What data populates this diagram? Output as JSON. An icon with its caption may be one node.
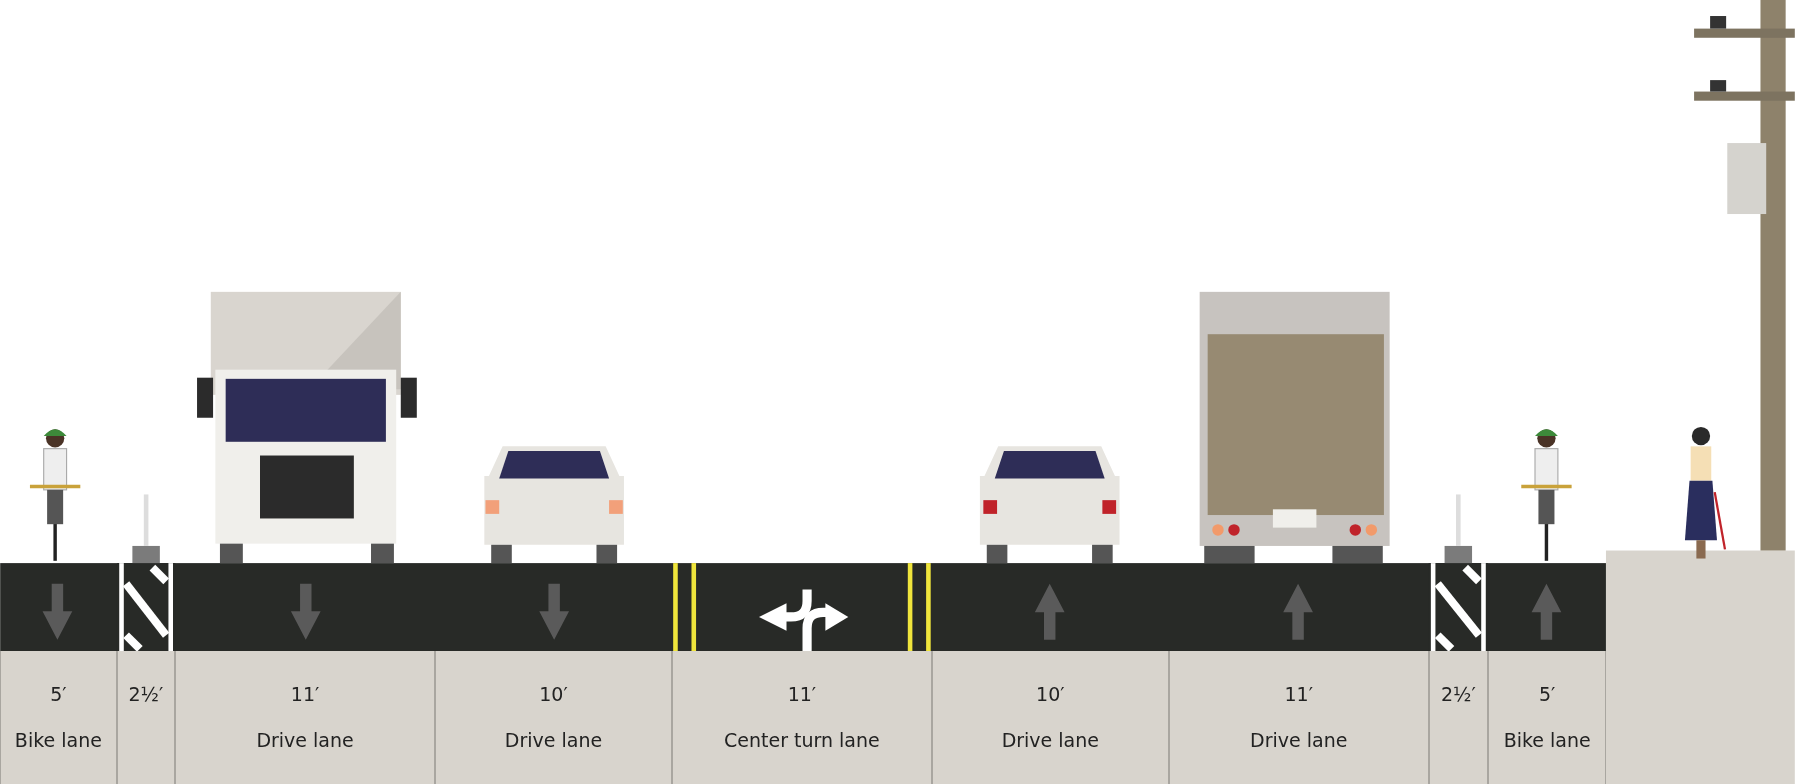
{
  "diagram": {
    "nodes": [
      {
        "text": [
          "5′",
          "Bike lane"
        ]
      },
      {
        "text": [
          "2½′"
        ]
      },
      {
        "text": [
          "11′",
          "Drive lane"
        ]
      },
      {
        "text": [
          "10′",
          "Drive lane"
        ]
      },
      {
        "text": [
          "11′",
          "Center turn lane"
        ]
      },
      {
        "text": [
          "10′",
          "Drive lane"
        ]
      },
      {
        "text": [
          "11′",
          "Drive lane"
        ]
      },
      {
        "text": [
          "2½′"
        ]
      },
      {
        "text": [
          "5′",
          "Bike lane"
        ]
      }
    ]
  }
}
